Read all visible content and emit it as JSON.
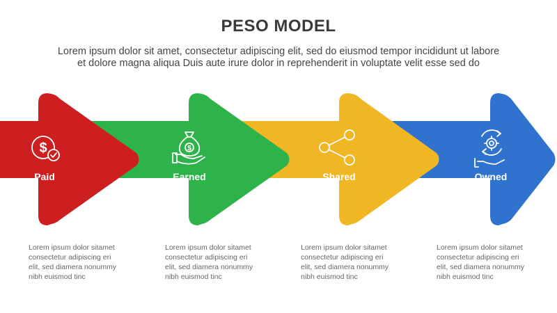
{
  "header": {
    "title": "PESO MODEL",
    "subtitle_line1": "Lorem ipsum dolor sit amet, consectetur adipiscing elit, sed do eiusmod tempor incididunt ut labore",
    "subtitle_line2": "et dolore magna aliqua Duis aute irure dolor in reprehenderit in voluptate velit esse sed do"
  },
  "steps": [
    {
      "label": "Paid",
      "color": "#cd1f1f",
      "icon": "dollar-coin-check-icon",
      "description": [
        "Lorem ipsum dolor sitamet",
        "consectetur adipiscing eri",
        "elit, sed diamera nonummy",
        "nibh euismod tinc"
      ]
    },
    {
      "label": "Earned",
      "color": "#2eb24a",
      "icon": "money-bag-hand-icon",
      "description": [
        "Lorem ipsum dolor sitamet",
        "consectetur adipiscing eri",
        "elit, sed diamera nonummy",
        "nibh euismod tinc"
      ]
    },
    {
      "label": "Shared",
      "color": "#f0b624",
      "icon": "share-nodes-icon",
      "description": [
        "Lorem ipsum dolor sitamet",
        "consectetur adipiscing eri",
        "elit, sed diamera nonummy",
        "nibh euismod tinc"
      ]
    },
    {
      "label": "Owned",
      "color": "#2f73cf",
      "icon": "gear-cycle-hand-icon",
      "description": [
        "Lorem ipsum dolor sitamet",
        "consectetur adipiscing eri",
        "elit, sed diamera nonummy",
        "nibh euismod tinc"
      ]
    }
  ]
}
